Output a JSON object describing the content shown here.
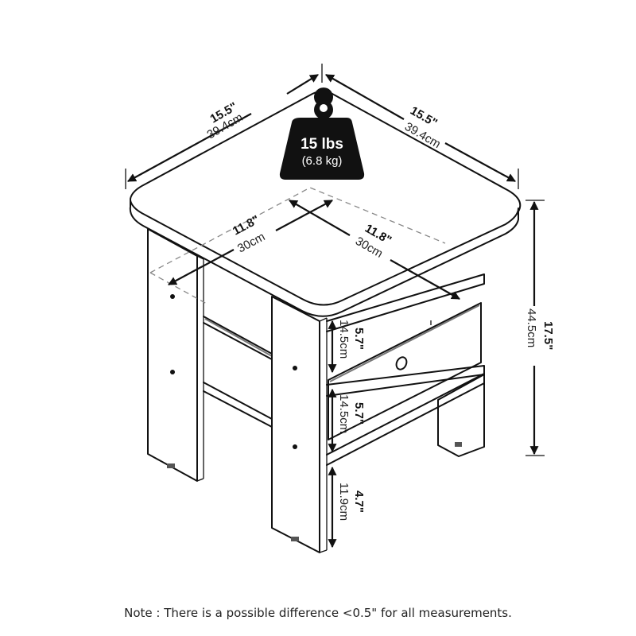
{
  "diagram": {
    "title": "End table dimension diagram",
    "top_width": {
      "inches": "15.5\"",
      "cm": "39.4cm"
    },
    "top_depth": {
      "inches": "15.5\"",
      "cm": "39.4cm"
    },
    "inner_width": {
      "inches": "11.8\"",
      "cm": "30cm"
    },
    "inner_depth": {
      "inches": "11.8\"",
      "cm": "30cm"
    },
    "total_height": {
      "inches": "17.5\"",
      "cm": "44.5cm"
    },
    "upper_drawer_height": {
      "inches": "5.7\"",
      "cm": "14.5cm"
    },
    "lower_drawer_height": {
      "inches": "5.7\"",
      "cm": "14.5cm"
    },
    "floor_clearance": {
      "inches": "4.7\"",
      "cm": "11.9cm"
    },
    "weight": {
      "lbs": "15 lbs",
      "kg": "(6.8 kg)"
    },
    "weight_icon": "weight-icon"
  },
  "note": "Note : There is a possible difference <0.5\" for all measurements."
}
